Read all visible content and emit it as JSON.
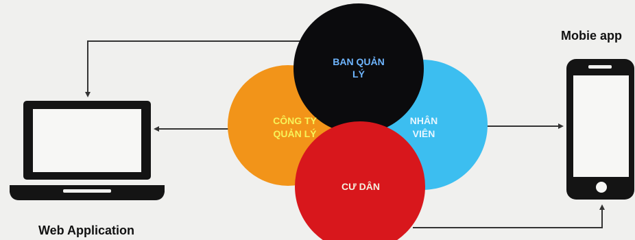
{
  "labels": {
    "web_app": "Web Application",
    "mobile_app": "Mobie app"
  },
  "circles": {
    "ban_quan_ly": {
      "line1": "BAN QUẢN",
      "line2": "LÝ",
      "color": "#0b0b0d",
      "text_color": "#6fb6ff"
    },
    "cong_ty": {
      "line1": "CÔNG TY",
      "line2": "QUẢN LÝ",
      "color": "#f29419",
      "text_color": "#f7f35a"
    },
    "nhan_vien": {
      "line1": "NHÂN",
      "line2": "VIÊN",
      "color": "#3cbef0",
      "text_color": "#e8f6ff"
    },
    "cu_dan": {
      "line1": "CƯ DÂN",
      "color": "#d8171c",
      "text_color": "#f4f0e0"
    }
  },
  "icons": {
    "web": "laptop-icon",
    "mobile": "smartphone-icon"
  }
}
